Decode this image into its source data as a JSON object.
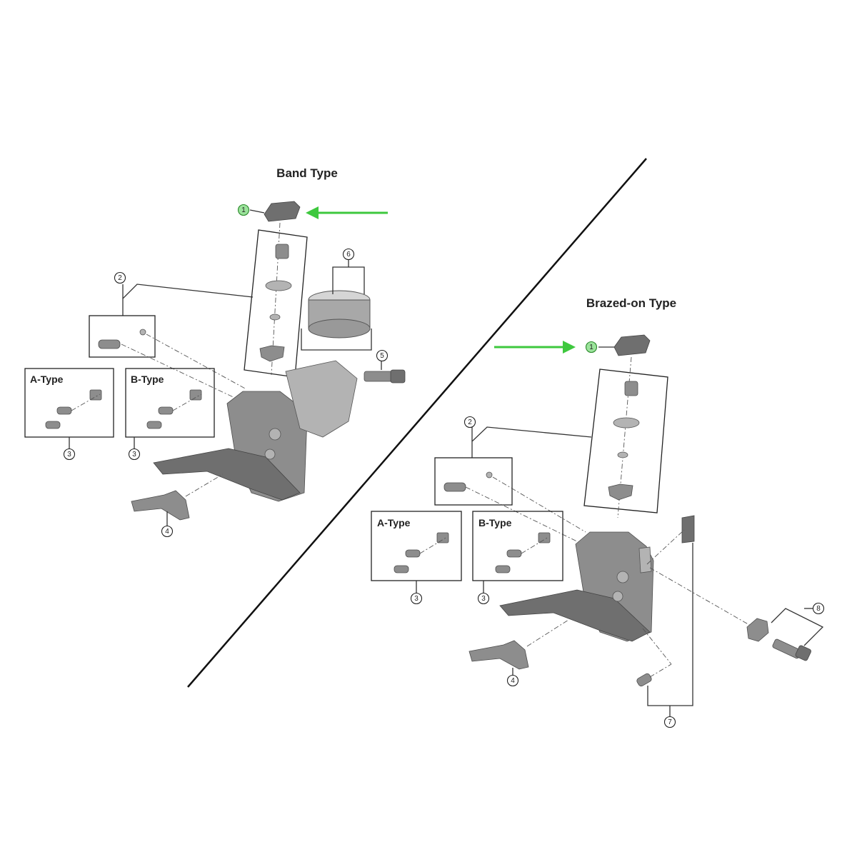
{
  "band_type": {
    "title": "Band Type",
    "box_a_label": "A-Type",
    "box_b_label": "B-Type",
    "callouts": [
      "1",
      "2",
      "3",
      "3",
      "4",
      "5",
      "6"
    ]
  },
  "brazed_on_type": {
    "title": "Brazed-on Type",
    "box_a_label": "A-Type",
    "box_b_label": "B-Type",
    "callouts": [
      "1",
      "2",
      "3",
      "3",
      "4",
      "7",
      "8"
    ]
  },
  "colors": {
    "highlight_arrow": "#3ec83e",
    "highlight_callout_fill": "#9be39b",
    "callout_fill": "#ffffff",
    "part_gray": "#8d8d8d",
    "line": "#222222"
  }
}
